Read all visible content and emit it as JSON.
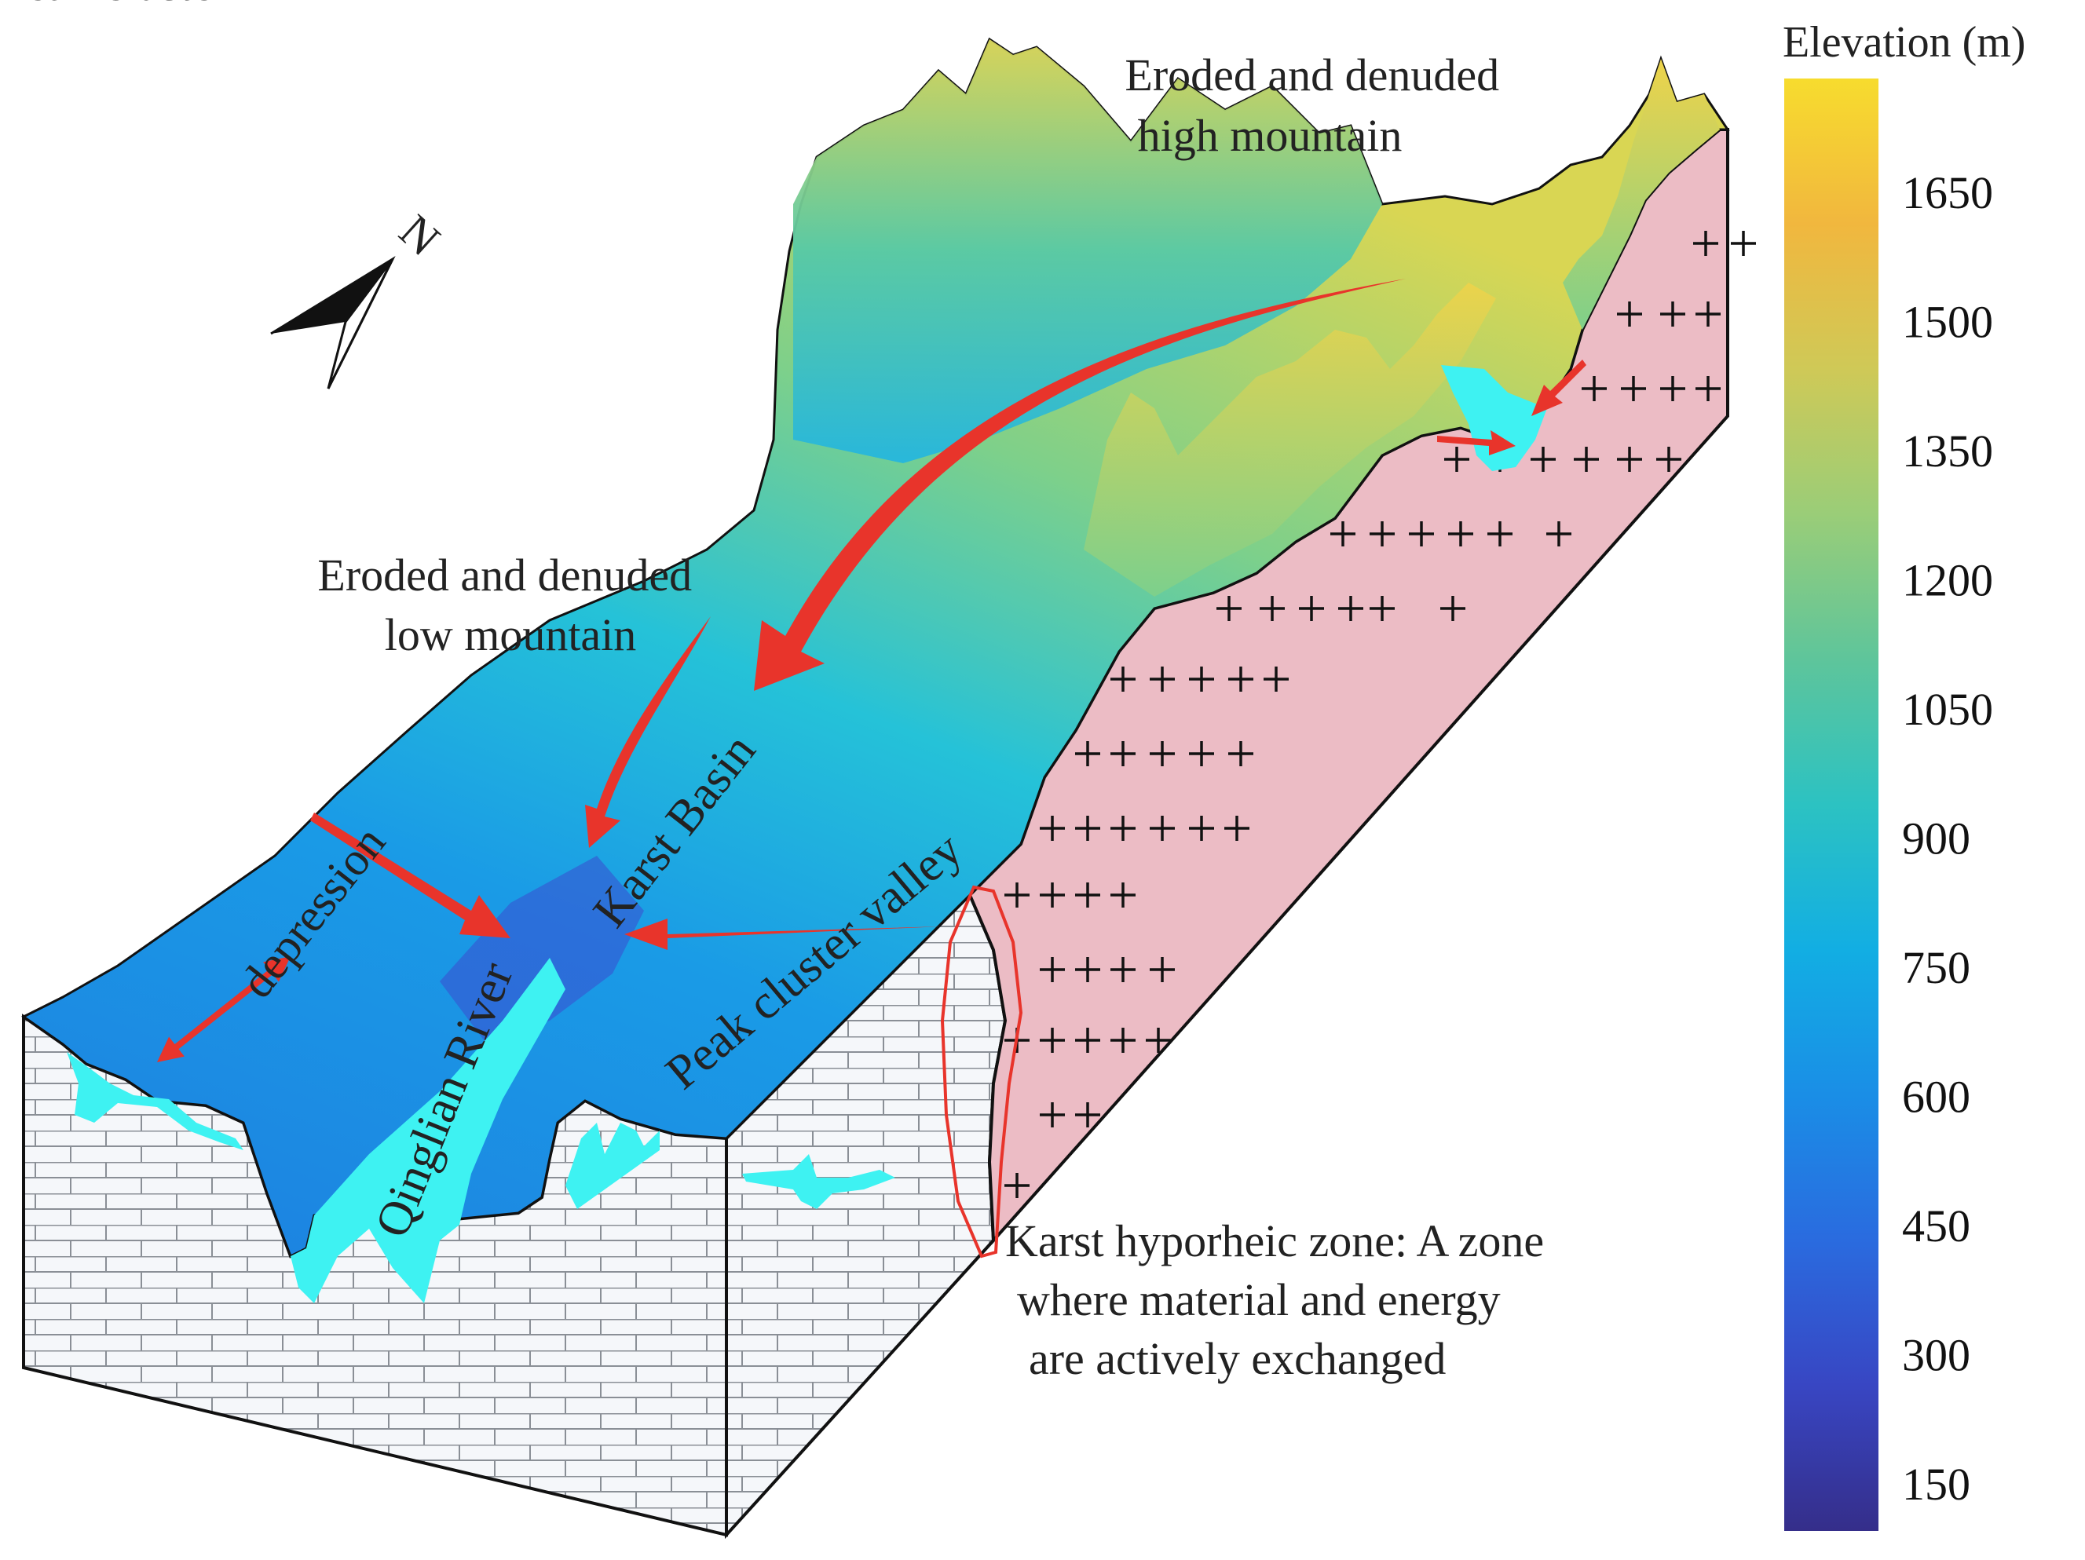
{
  "colorbar": {
    "title": "Elevation  (m)",
    "ticks": [
      "1650",
      "1500",
      "1350",
      "1200",
      "1050",
      "900",
      "750",
      "600",
      "450",
      "300",
      "150"
    ],
    "colors": [
      "#f7dc2e",
      "#f3b43c",
      "#c9cd58",
      "#8fce80",
      "#4ec6a3",
      "#22c2c8",
      "#16a7e6",
      "#1d88e5",
      "#2f62dc",
      "#3a3fb9",
      "#352e8a"
    ]
  },
  "compass": {
    "label": "N"
  },
  "labels": {
    "high_mountain": [
      "Eroded and denuded",
      "high mountain"
    ],
    "low_mountain": [
      "Eroded and denuded",
      "low mountain"
    ],
    "karst_basin": "Karst Basin",
    "peak_cluster_depression": [
      "Peak cluster",
      "depression"
    ],
    "qinglian_river": "Qinglian River",
    "peak_cluster_valley": "Peak cluster valley",
    "hyporheic_zone": [
      "Karst hyporheic zone: A zone",
      "where material and energy",
      "are actively exchanged"
    ]
  },
  "colors": {
    "arrow": "#e8342b",
    "granite": "#ecbcc5",
    "limestone": "#f4f6f9",
    "water": "#3ef2f2"
  }
}
